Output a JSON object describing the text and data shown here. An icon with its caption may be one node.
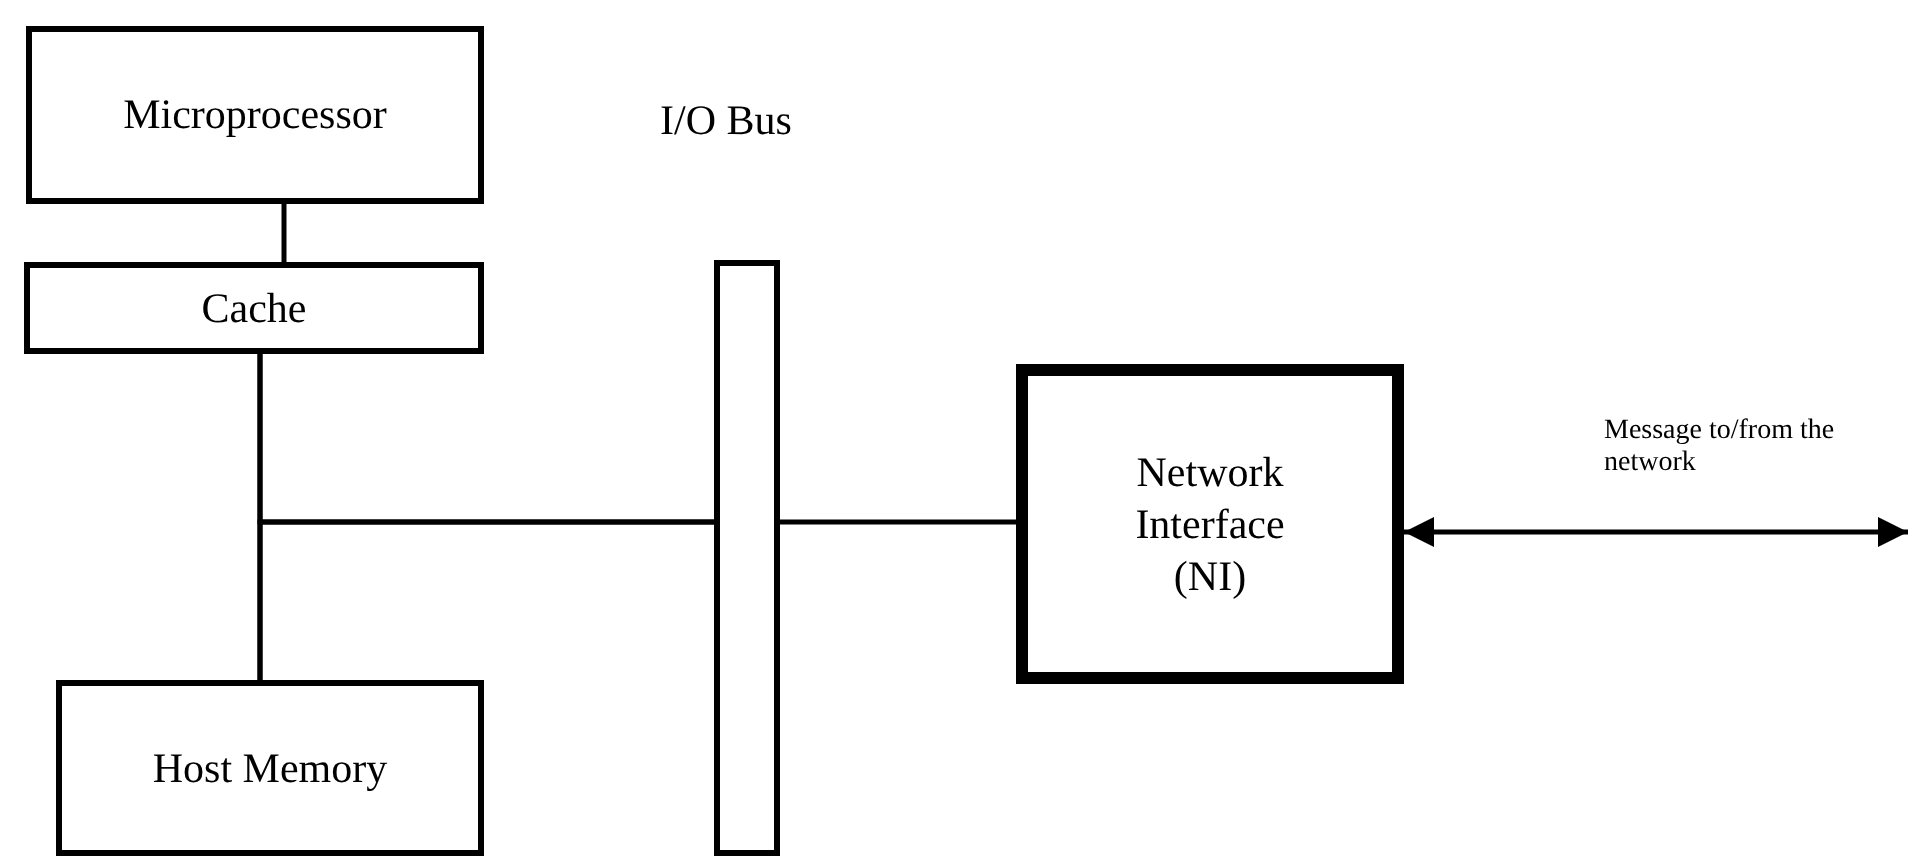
{
  "diagram": {
    "nodes": [
      {
        "text": [
          "Microprocessor"
        ]
      },
      {
        "text": [
          "Cache"
        ]
      },
      {
        "text": [
          "Host Memory"
        ]
      },
      {
        "text": [],
        "shape": "bar"
      },
      {
        "text": [
          "Network Interface (NI)"
        ]
      }
    ],
    "edges": [
      {
        "from": 0,
        "to": 1,
        "arrow": "none"
      },
      {
        "from": 1,
        "to": 2,
        "arrow": "none"
      },
      {
        "from": 1,
        "to": 3,
        "arrow": "none"
      },
      {
        "from": 2,
        "to": 3,
        "arrow": "none"
      },
      {
        "from": 3,
        "to": 4,
        "arrow": "none"
      },
      {
        "from": 4,
        "to": null,
        "arrow": "both",
        "label": "Message to/from the network"
      }
    ],
    "labels": [
      "I/O Bus"
    ]
  }
}
